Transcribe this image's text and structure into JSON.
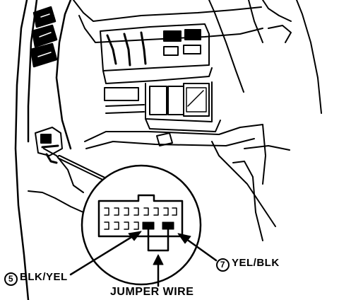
{
  "labels": {
    "pin5_number": "5",
    "pin5_color": "BLK/YEL",
    "pin7_number": "7",
    "pin7_color": "YEL/BLK",
    "jumper": "JUMPER WIRE"
  },
  "colors": {
    "ink": "#000000",
    "paper": "#ffffff"
  }
}
